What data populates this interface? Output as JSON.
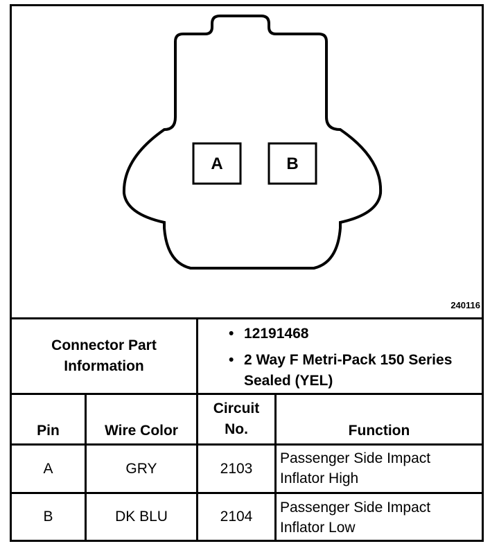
{
  "figure_id": "240116",
  "connector": {
    "pins": [
      "A",
      "B"
    ]
  },
  "part_info": {
    "label": "Connector Part Information",
    "items": [
      "12191468",
      "2 Way F Metri-Pack 150 Series Sealed (YEL)"
    ]
  },
  "table": {
    "headers": {
      "pin": "Pin",
      "wire_color": "Wire Color",
      "circuit_line1": "Circuit",
      "circuit_line2": "No.",
      "function": "Function"
    },
    "rows": [
      {
        "pin": "A",
        "wire_color": "GRY",
        "circuit": "2103",
        "function_line1": "Passenger Side Impact",
        "function_line2": "Inflator High"
      },
      {
        "pin": "B",
        "wire_color": "DK BLU",
        "circuit": "2104",
        "function_line1": "Passenger Side Impact",
        "function_line2": "Inflator Low"
      }
    ]
  }
}
